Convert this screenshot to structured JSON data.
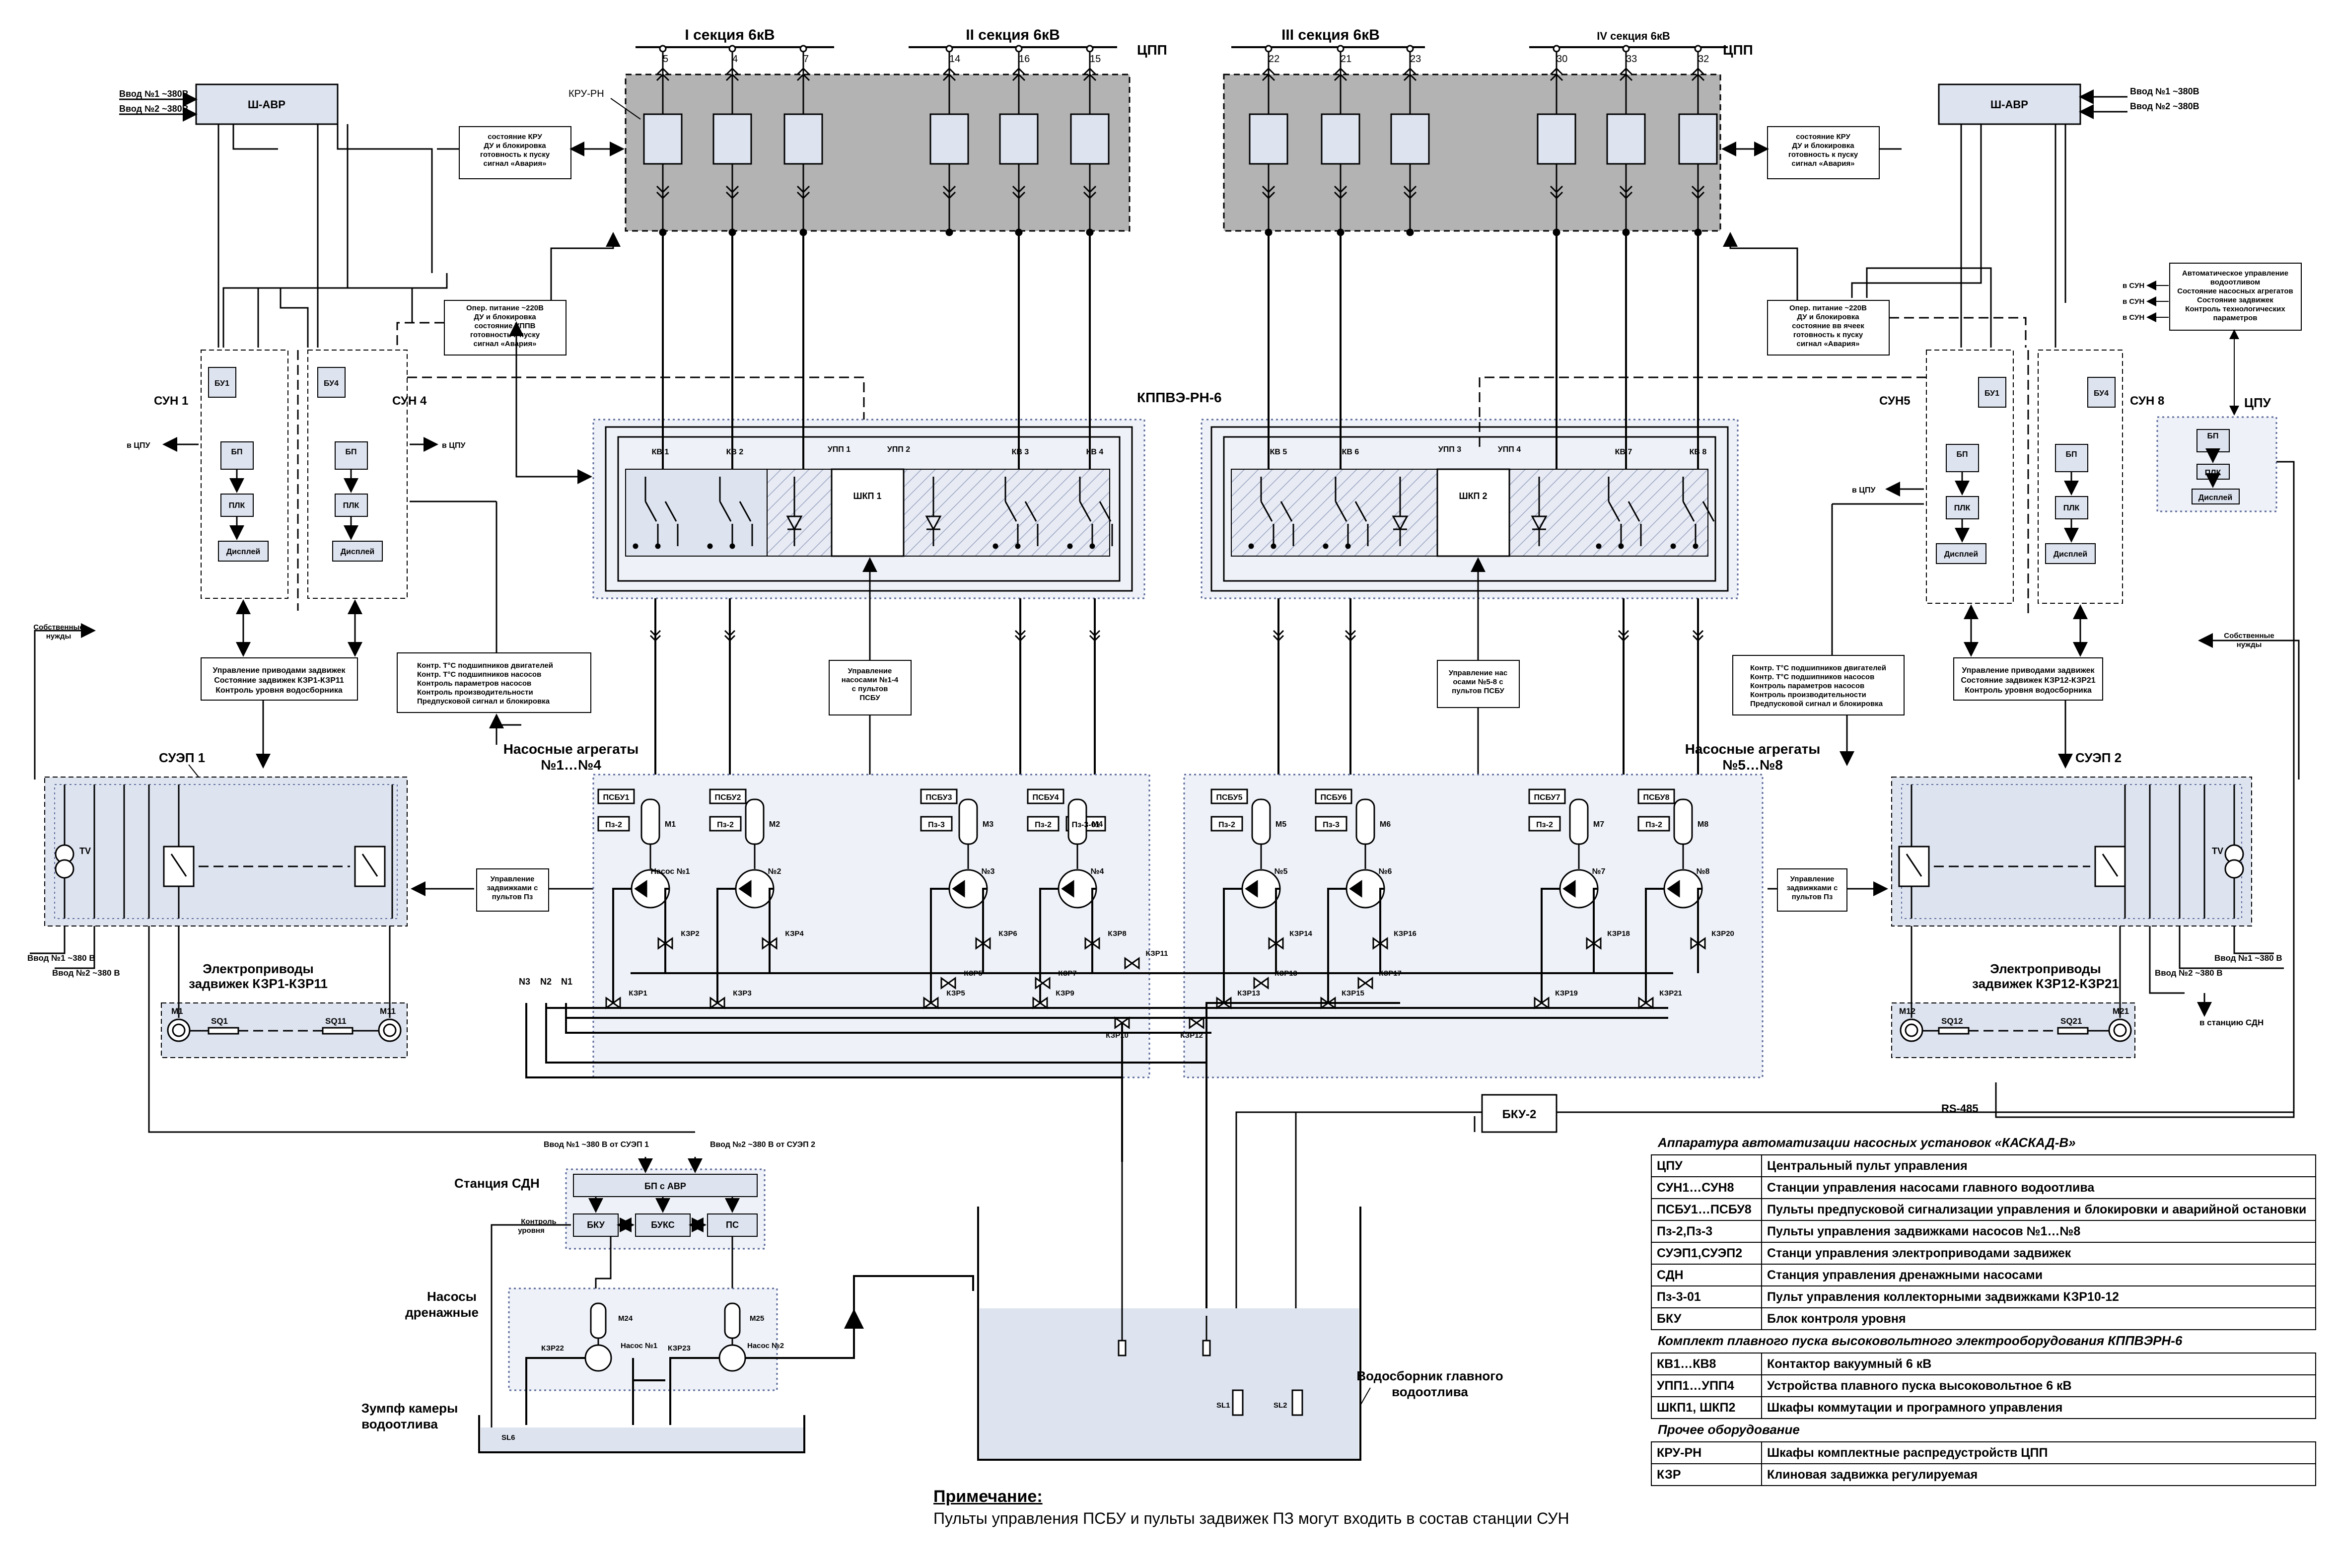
{
  "sections": [
    {
      "label": "I секция 6кВ",
      "cells": [
        "5",
        "4",
        "7"
      ]
    },
    {
      "label": "II секция 6кВ",
      "cells": [
        "14",
        "16",
        "15"
      ]
    },
    {
      "label": "III секция 6кВ",
      "cells": [
        "22",
        "21",
        "23"
      ]
    },
    {
      "label": "IV секция 6кВ",
      "cells": [
        "30",
        "33",
        "32"
      ]
    }
  ],
  "cpp_label": "ЦПП",
  "kru_label": "КРУ-РН",
  "shavr_label": "Ш-АВР",
  "vvod": {
    "v1": "Ввод №1 ~380В",
    "v2": "Ввод №2 ~380В",
    "v1s": "Ввод №1 ~380 В",
    "v2s": "Ввод №2 ~380 В"
  },
  "kru_state": [
    "состояние КРУ",
    "ДУ и блокировка",
    "готовность к пуску",
    "сигнал «Авария»"
  ],
  "oper_power": [
    "Опер. питание ~220В",
    "ДУ и блокировка",
    "состояние УППВ",
    "готовность к пуску",
    "сигнал «Авария»"
  ],
  "oper_power_r": [
    "Опер. питание ~220В",
    "ДУ и блокировка",
    "состояние вв ячеек",
    "готовность к пуску",
    "сигнал «Авария»"
  ],
  "sun": {
    "sun1": "СУН 1",
    "sun4": "СУН 4",
    "sun5": "СУН5",
    "sun8": "СУН 8",
    "bu1": "БУ1",
    "bu4": "БУ4",
    "bp": "БП",
    "plc": "ПЛК",
    "display": "Дисплей",
    "to_cpu": "в ЦПУ"
  },
  "cpu": {
    "title": "ЦПУ",
    "bp": "БП",
    "plc": "ПЛК",
    "display": "Дисплей"
  },
  "cpu_info": {
    "to": "в СУН",
    "lines": [
      "Автоматическое управление",
      "водоотливом",
      "Состояние насосных агрегатов",
      "Состояние задвижек",
      "Контроль технологических",
      "параметров"
    ]
  },
  "kppve": {
    "title": "КППВЭ-РН-6",
    "kv": [
      "КВ 1",
      "КВ 2",
      "КВ 3",
      "КВ 4",
      "КВ 5",
      "КВ 6",
      "КВ 7",
      "КВ 8"
    ],
    "upp": [
      "УПП 1",
      "УПП 2",
      "УПП 3",
      "УПП 4"
    ],
    "shkp": [
      "ШКП 1",
      "ШКП 2"
    ]
  },
  "ctrl_drives_l": [
    "Управление приводами задвижек",
    "Состояние задвижек КЗР1-КЗР11",
    "Контроль уровня водосборника"
  ],
  "ctrl_drives_r": [
    "Управление приводами задвижек",
    "Состояние задвижек КЗР12-КЗР21",
    "Контроль уровня водосборника"
  ],
  "ctrl_params": [
    "Контр. Т°С подшипников двигателей",
    "Контр. Т°С подшипников насосов",
    "Контроль параметров насосов",
    "Контроль производительности",
    "Предпусковой сигнал и блокировка"
  ],
  "ctrl_pumps_l": [
    "Управление",
    "насосами №1-4",
    "с пультов",
    "ПСБУ"
  ],
  "ctrl_pumps_r": [
    "Управление нас",
    "осами №5-8 с",
    "пультов ПСБУ"
  ],
  "own_needs": [
    "Собственные",
    "нужды"
  ],
  "suep1": "СУЭП 1",
  "suep2": "СУЭП 2",
  "tv": "TV",
  "ctrl_valves": [
    "Управление",
    "задвижками с",
    "пультов Пз"
  ],
  "electro_l": [
    "Электроприводы",
    "задвижек КЗР1-КЗР11"
  ],
  "electro_r": [
    "Электроприводы",
    "задвижек КЗР12-КЗР21"
  ],
  "sq": {
    "m1": "М1",
    "sq1": "SQ1",
    "sq11": "SQ11",
    "m11": "М11",
    "m12": "М12",
    "sq12": "SQ12",
    "sq21": "SQ21",
    "m21": "М21"
  },
  "to_sdn": "в станцию СДН",
  "agg_l": [
    "Насосные агрегаты",
    "№1…№4"
  ],
  "agg_r": [
    "Насосные агрегаты",
    "№5…№8"
  ],
  "psbu": [
    "ПСБУ1",
    "ПСБУ2",
    "ПСБУ3",
    "ПСБУ4",
    "ПСБУ5",
    "ПСБУ6",
    "ПСБУ7",
    "ПСБУ8"
  ],
  "pz": [
    "Пз-2",
    "Пз-2",
    "Пз-3",
    "Пз-2",
    "Пз-3-01",
    "Пз-2",
    "Пз-3",
    "Пз-2",
    "Пз-2"
  ],
  "motors": [
    "М1",
    "М2",
    "М3",
    "М4",
    "М5",
    "М6",
    "М7",
    "М8"
  ],
  "pumps": [
    "Насос №1",
    "№2",
    "№3",
    "№4",
    "№5",
    "№6",
    "№7",
    "№8"
  ],
  "kzr": [
    "КЗР1",
    "КЗР2",
    "КЗР3",
    "КЗР4",
    "КЗР5",
    "КЗР6",
    "КЗР7",
    "КЗР8",
    "КЗР9",
    "КЗР10",
    "КЗР11",
    "КЗР12",
    "КЗР13",
    "КЗР14",
    "КЗР15",
    "КЗР16",
    "КЗР17",
    "КЗР18",
    "КЗР19",
    "КЗР20",
    "КЗР21"
  ],
  "n_labels": [
    "N3",
    "N2",
    "N1"
  ],
  "bku2": "БКУ-2",
  "rs485": "RS-485",
  "sdn": {
    "title": "Станция СДН",
    "vvod1": "Ввод №1 ~380 В от СУЭП 1",
    "vvod2": "Ввод №2 ~380 В от СУЭП 2",
    "bp_avr": "БП с АВР",
    "bku": "БКУ",
    "buks": "БУКС",
    "ps": "ПС",
    "level": [
      "Контроль",
      "уровня"
    ]
  },
  "drain": {
    "title": [
      "Насосы",
      "дренажные"
    ],
    "m24": "М24",
    "m25": "М25",
    "p1": "Насос №1",
    "p2": "Насос №2",
    "kzr22": "КЗР22",
    "kzr23": "КЗР23"
  },
  "sump": [
    "Зумпф камеры",
    "водоотлива"
  ],
  "sl": {
    "sl6": "SL6",
    "sl1": "SL1",
    "sl2": "SL2"
  },
  "reservoir": [
    "Водосборник главного",
    "водоотлива"
  ],
  "note": {
    "title": "Примечание:",
    "text": "Пульты управления ПСБУ и пульты задвижек ПЗ могут входить в состав станции СУН"
  },
  "legend": {
    "title1": "Аппаратура автоматизации насосных установок «КАСКАД-В»",
    "rows1": [
      {
        "a": "ЦПУ",
        "d": "Центральный пульт управления"
      },
      {
        "a": "СУН1…СУН8",
        "d": "Станции управления насосами главного водоотлива"
      },
      {
        "a": "ПСБУ1…ПСБУ8",
        "d": "Пульты предпусковой сигнализации управления и блокировки и аварийной остановки"
      },
      {
        "a": "Пз-2,Пз-3",
        "d": "Пульты управления задвижками насосов №1…№8"
      },
      {
        "a": "СУЭП1,СУЭП2",
        "d": "Станци управления электроприводами задвижек"
      },
      {
        "a": "СДН",
        "d": "Станция управления дренажными насосами"
      },
      {
        "a": "Пз-3-01",
        "d": "Пульт управления коллекторными задвижками КЗР10-12"
      },
      {
        "a": "БКУ",
        "d": "Блок контроля уровня"
      }
    ],
    "title2": "Комплект плавного пуска высоковольтного электрооборудования КППВЭРН-6",
    "rows2": [
      {
        "a": "КВ1…КВ8",
        "d": "Контактор вакуумный 6 кВ"
      },
      {
        "a": "УПП1…УПП4",
        "d": "Устройства плавного пуска высоковольтное 6 кВ"
      },
      {
        "a": "ШКП1, ШКП2",
        "d": "Шкафы коммутации и програмного управления"
      }
    ],
    "title3": "Прочее оборудование",
    "rows3": [
      {
        "a": "КРУ-РН",
        "d": "Шкафы комплектные распредустройств ЦПП"
      },
      {
        "a": "КЗР",
        "d": "Клиновая задвижка регулируемая"
      }
    ]
  },
  "colors": {
    "cpp_fill": "#b3b3b3",
    "panel_fill": "#dde3ef",
    "hatch": "#9aa5c4",
    "frame_dots": "#5b6a9a"
  }
}
